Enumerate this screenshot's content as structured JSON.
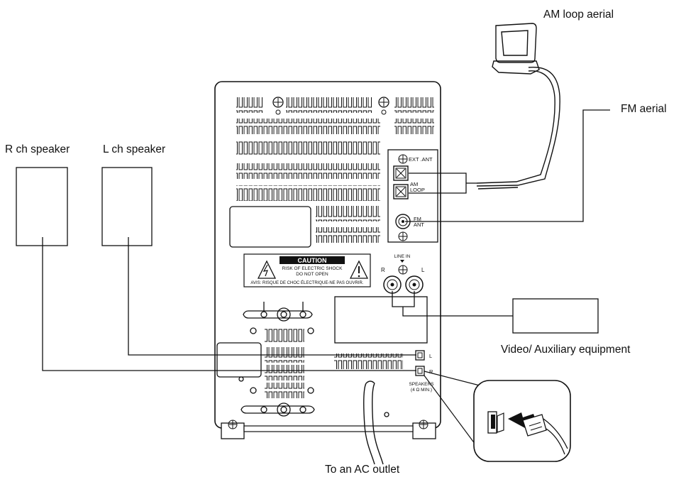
{
  "labels": {
    "am_loop_aerial": "AM loop aerial",
    "fm_aerial": "FM aerial",
    "r_ch_speaker": "R ch speaker",
    "l_ch_speaker": "L ch speaker",
    "video_aux": "Video/ Auxiliary equipment",
    "ac_outlet": "To an AC outlet"
  },
  "panel": {
    "ext_ant": "EXT .ANT",
    "am_loop_1": "AM",
    "am_loop_2": "LOOP",
    "fm_ant_1": "FM",
    "fm_ant_2": "ANT",
    "line_in": "LINE IN",
    "line_r": "R",
    "line_l": "L",
    "spk_l": "L",
    "spk_r": "R",
    "speakers_1": "SPEAKERS",
    "speakers_2": "(4 Ω MIN.)",
    "caution_title": "CAUTION",
    "caution_line1": "RISK OF ELECTRIC SHOCK",
    "caution_line2": "DO NOT OPEN",
    "caution_avis": "AVIS: RISQUE DE CHOC ÉLECTRIQUE-NE PAS OUVRIR."
  }
}
